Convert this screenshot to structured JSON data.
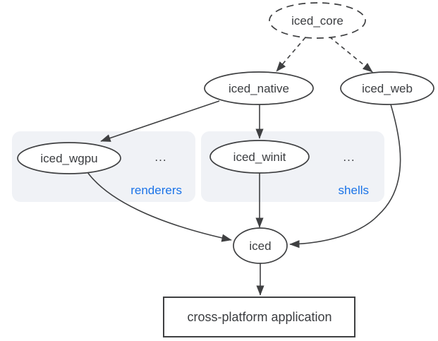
{
  "colors": {
    "background": "#ffffff",
    "stroke": "#3f4042",
    "text": "#3b3d40",
    "accent": "#1a73e8",
    "group_fill": "#f0f2f6"
  },
  "nodes": {
    "iced_core": "iced_core",
    "iced_native": "iced_native",
    "iced_web": "iced_web",
    "iced_wgpu": "iced_wgpu",
    "iced_winit": "iced_winit",
    "iced": "iced",
    "application": "cross-platform application"
  },
  "groups": {
    "renderers": {
      "label": "renderers",
      "more": "..."
    },
    "shells": {
      "label": "shells",
      "more": "..."
    }
  }
}
